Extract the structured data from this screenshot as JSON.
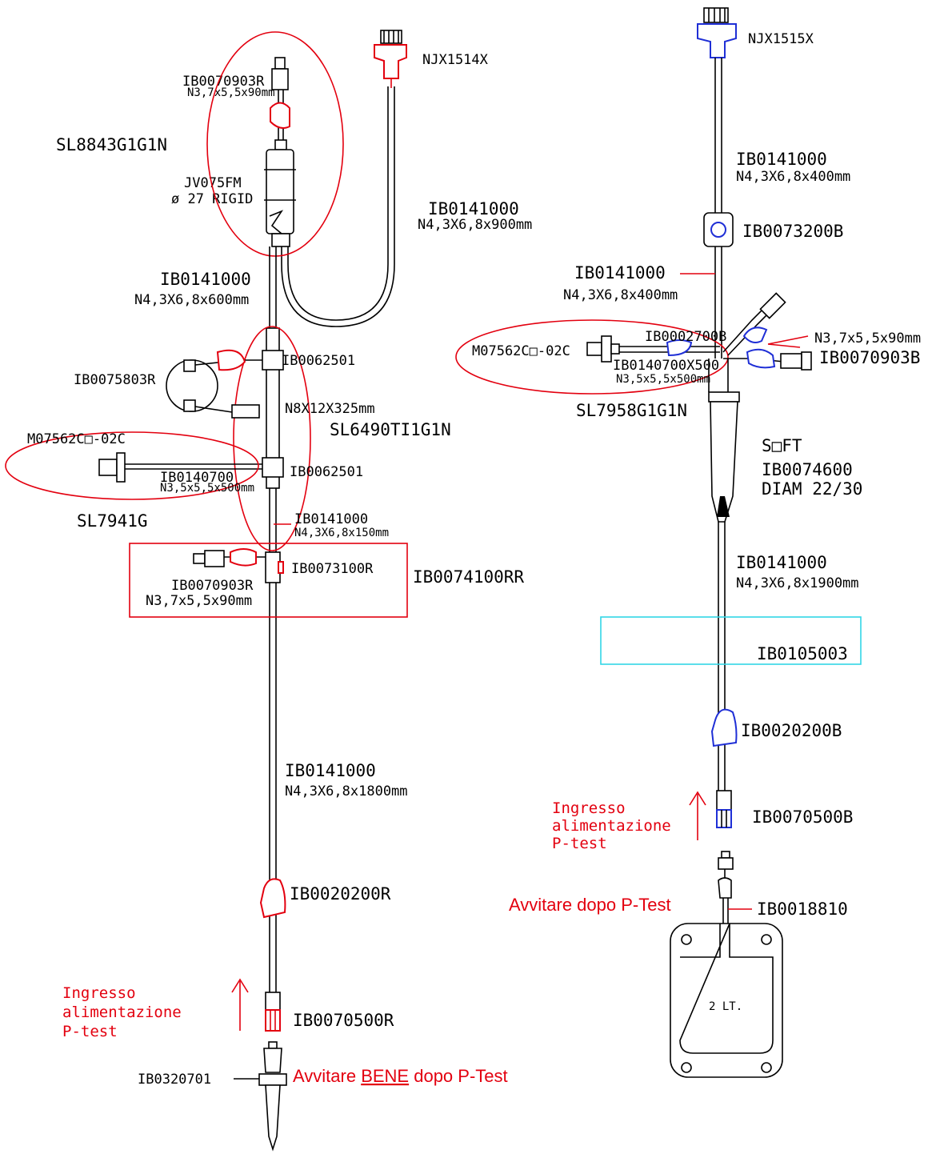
{
  "colors": {
    "line": "#000000",
    "red_component": "#e3000f",
    "blue_component": "#1f2fd6",
    "cyan_box": "#32d6e6"
  },
  "left_assembly": {
    "top_connector": "NJX1514X",
    "burette_set": "SL8843G1G1N",
    "burette_item": "IB0070903R",
    "burette_item_spec": "N3,7x5,5x90mm",
    "chamber_name": "JV075FM",
    "chamber_spec": "ø 27 RIGID",
    "loop_tube_code": "IB0141000",
    "loop_tube_spec": "N4,3X6,8x900mm",
    "tube_600_code": "IB0141000",
    "tube_600_spec": "N4,3X6,8x600mm",
    "clamp": "IB0075803R",
    "y_site_top": "IB0062501",
    "main_tube_spec": "N8X12X325mm",
    "set_name": "SL6490TI1G1N",
    "side_connector": "M07562C□-02C",
    "side_tube_code": "IB0140700",
    "side_tube_spec": "N3,5x5,5x500mm",
    "y_site_bottom": "IB0062501",
    "side_set": "SL7941G",
    "tube_150_code": "IB0141000",
    "tube_150_spec": "N4,3X6,8x150mm",
    "valve": "IB0073100R",
    "valve_group": "IB0074100RR",
    "branch_item": "IB0070903R",
    "branch_item_spec": "N3,7x5,5x90mm",
    "tube_1800_code": "IB0141000",
    "tube_1800_spec": "N4,3X6,8x1800mm",
    "roller_clamp": "IB0020200R",
    "note_line1": "Ingresso",
    "note_line2": "alimentazione",
    "note_line3": "P-test",
    "end_connector": "IB0070500R",
    "spike": "IB0320701",
    "screw_note_pre": "Avvitare ",
    "screw_note_bold": "BENE",
    "screw_note_post": " dopo P-Test"
  },
  "right_assembly": {
    "top_connector": "NJX1515X",
    "tube_top_code": "IB0141000",
    "tube_top_spec": "N4,3X6,8x400mm",
    "injection_site": "IB0073200B",
    "tube_mid_code": "IB0141000",
    "tube_mid_spec": "N4,3X6,8x400mm",
    "side_connector": "M07562C□-02C",
    "side_clamp": "IB0002700B",
    "side_tube_code": "IB0140700X500",
    "side_tube_spec": "N3,5x5,5x500mm",
    "branch_spec": "N3,7x5,5x90mm",
    "branch_item": "IB0070903B",
    "set_name": "SL7958G1G1N",
    "chamber_type": "S□FT",
    "chamber_code": "IB0074600",
    "chamber_diam": "DIAM  22/30",
    "tube_low_code": "IB0141000",
    "tube_low_spec": "N4,3X6,8x1900mm",
    "filter_box": "IB0105003",
    "roller_clamp": "IB0020200B",
    "note_line1": "Ingresso",
    "note_line2": "alimentazione",
    "note_line3": "P-test",
    "end_connector": "IB0070500B",
    "screw_note": "Avvitare dopo P-Test",
    "bag_connector": "IB0018810",
    "bag_label": "2 LT."
  }
}
